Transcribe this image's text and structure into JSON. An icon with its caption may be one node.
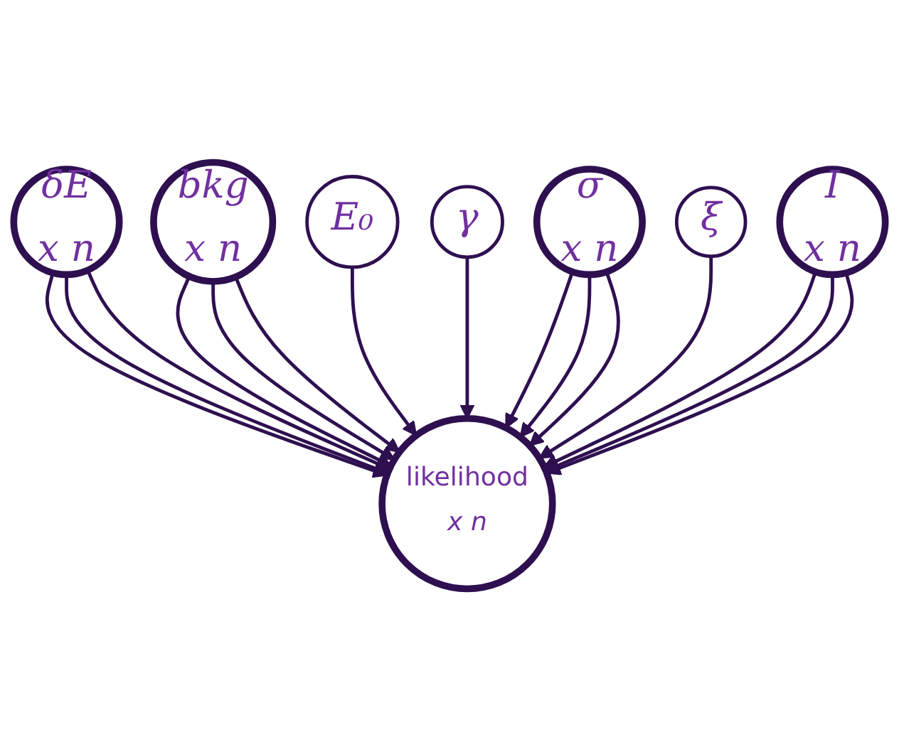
{
  "diagram": {
    "nodes": [
      {
        "text": [
          "δE",
          "x n"
        ]
      },
      {
        "text": [
          "bkg",
          "x n"
        ]
      },
      {
        "text": [
          "E₀"
        ]
      },
      {
        "text": [
          "γ"
        ]
      },
      {
        "text": [
          "σ",
          "x n"
        ]
      },
      {
        "text": [
          "likelihood",
          "x n"
        ]
      },
      {
        "text": [
          "ξ"
        ]
      },
      {
        "text": [
          "I",
          "x n"
        ]
      }
    ],
    "edges": [
      {
        "from": 0,
        "to": 5,
        "arrow": "to"
      },
      {
        "from": 0,
        "to": 5,
        "arrow": "to"
      },
      {
        "from": 0,
        "to": 5,
        "arrow": "to"
      },
      {
        "from": 1,
        "to": 5,
        "arrow": "to"
      },
      {
        "from": 1,
        "to": 5,
        "arrow": "to"
      },
      {
        "from": 1,
        "to": 5,
        "arrow": "to"
      },
      {
        "from": 2,
        "to": 5,
        "arrow": "to"
      },
      {
        "from": 3,
        "to": 5,
        "arrow": "to"
      },
      {
        "from": 4,
        "to": 5,
        "arrow": "to"
      },
      {
        "from": 4,
        "to": 5,
        "arrow": "to"
      },
      {
        "from": 4,
        "to": 5,
        "arrow": "to"
      },
      {
        "from": 6,
        "to": 5,
        "arrow": "to"
      },
      {
        "from": 7,
        "to": 5,
        "arrow": "to"
      },
      {
        "from": 7,
        "to": 5,
        "arrow": "to"
      },
      {
        "from": 7,
        "to": 5,
        "arrow": "to"
      }
    ]
  }
}
